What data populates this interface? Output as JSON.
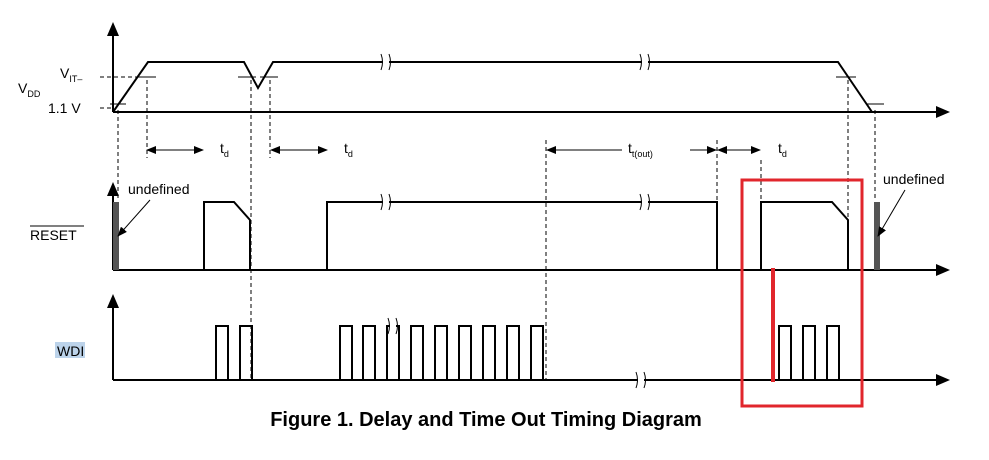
{
  "signals": {
    "vdd": {
      "name": "V",
      "sub": "DD"
    },
    "reset": {
      "name": "RESET"
    },
    "wdi": {
      "name": "WDI"
    }
  },
  "levels": {
    "vit": {
      "name": "V",
      "sub": "IT–"
    },
    "v11": "1.1 V"
  },
  "timing": {
    "td": {
      "name": "t",
      "sub": "d"
    },
    "tout": {
      "name": "t",
      "sub": "t(out)"
    }
  },
  "annotations": {
    "undefined": "undefined"
  },
  "caption": "Figure 1.  Delay and Time Out Timing Diagram",
  "colors": {
    "highlight": "#e1262c",
    "wdi_label_bg": "#bcd3ea",
    "signal": "#000000",
    "undefined_bar": "#555555"
  }
}
